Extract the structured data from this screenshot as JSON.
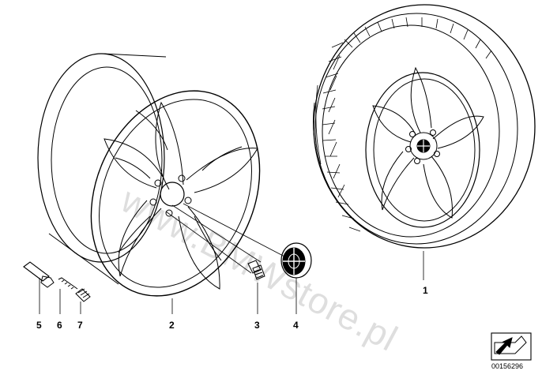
{
  "watermark": "www.BMWstore.pl",
  "image_id": "00156296",
  "callouts": [
    "1",
    "2",
    "3",
    "4",
    "5",
    "6",
    "7"
  ],
  "parts": [
    {
      "number": "1",
      "name": "wheel-and-tire"
    },
    {
      "number": "2",
      "name": "alloy-rim"
    },
    {
      "number": "3",
      "name": "wheel-bolt"
    },
    {
      "number": "4",
      "name": "hub-cap-emblem"
    },
    {
      "number": "5",
      "name": "tire-valve"
    },
    {
      "number": "6",
      "name": "valve-insert"
    },
    {
      "number": "7",
      "name": "valve-cap"
    }
  ]
}
